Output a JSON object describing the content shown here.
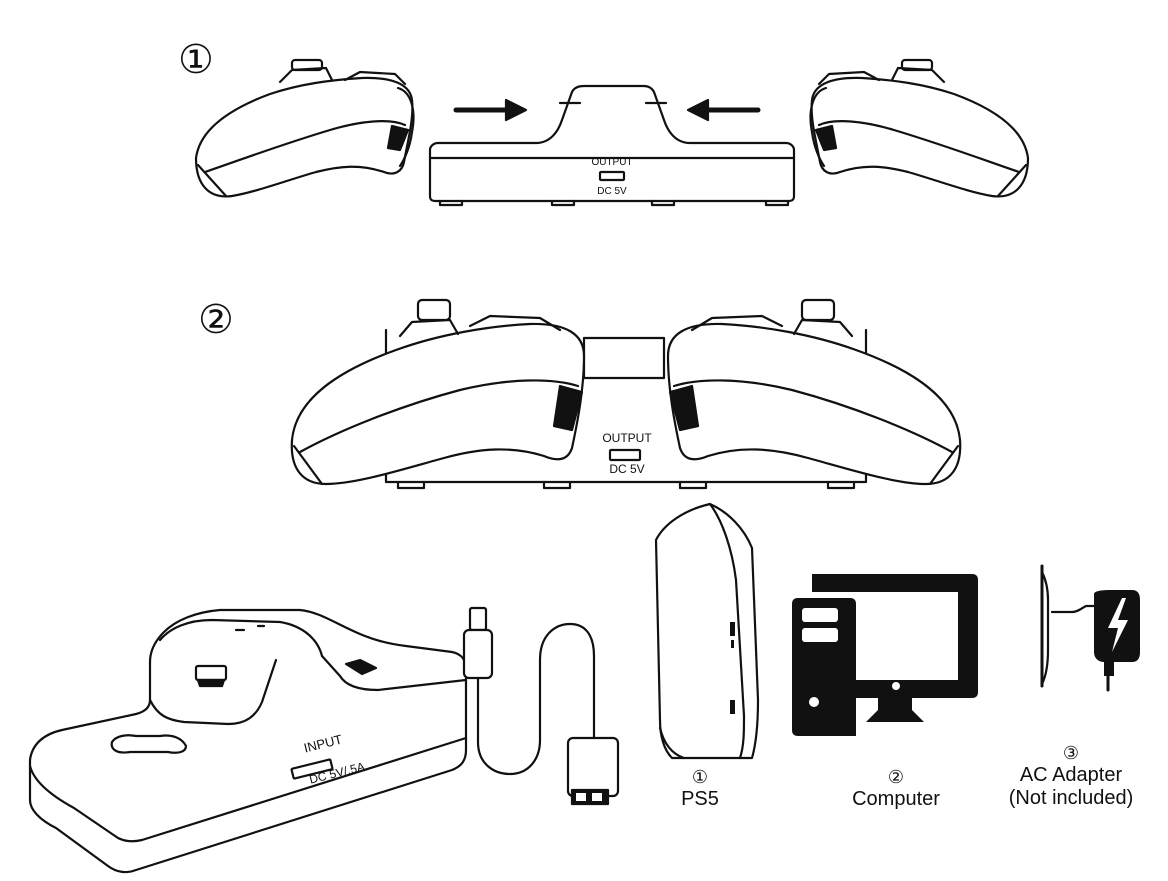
{
  "steps": {
    "step1_marker": "①",
    "step2_marker": "②"
  },
  "dock": {
    "output_label": "OUTPUT",
    "output_rating": "DC 5V",
    "input_label": "INPUT",
    "input_rating": "DC 5V/.5A"
  },
  "power_sources": [
    {
      "number": "①",
      "name": "PS5",
      "note": ""
    },
    {
      "number": "②",
      "name": "Computer",
      "note": ""
    },
    {
      "number": "③",
      "name": "AC Adapter",
      "note": "(Not included)"
    }
  ],
  "icons": [
    "controller-left-icon",
    "controller-right-icon",
    "arrow-right-icon",
    "arrow-left-icon",
    "charging-dock-icon",
    "usb-cable-icon",
    "ps5-console-icon",
    "computer-icon",
    "ac-adapter-icon"
  ],
  "colors": {
    "ink": "#111111",
    "background": "#ffffff"
  }
}
